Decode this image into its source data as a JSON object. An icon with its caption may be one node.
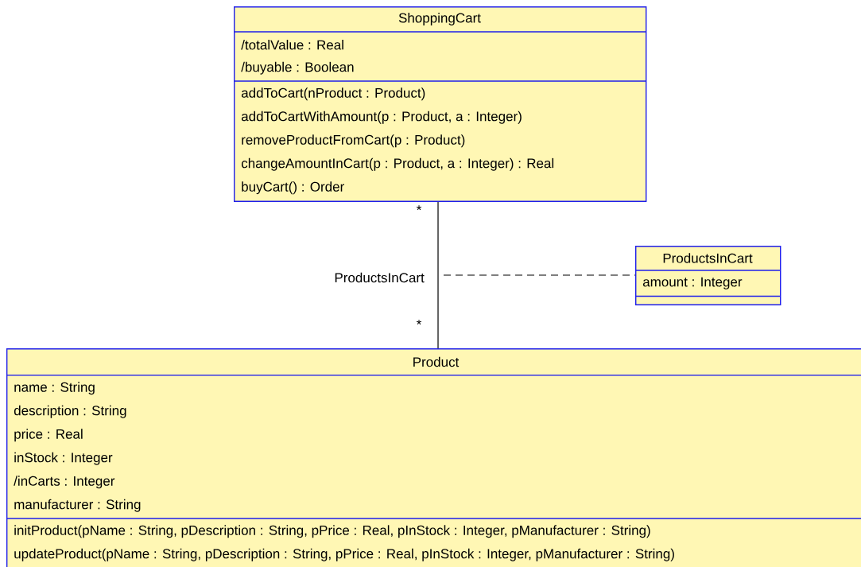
{
  "diagram": {
    "nodes": [
      {
        "text": [
          "ShoppingCart",
          "/totalValue : Real",
          "/buyable : Boolean",
          "addToCart(nProduct : Product)",
          "addToCartWithAmount(p : Product, a : Integer)",
          "removeProductFromCart(p : Product)",
          "changeAmountInCart(p : Product, a : Integer) : Real",
          "buyCart() : Order"
        ]
      },
      {
        "text": [
          "ProductsInCart",
          "amount : Integer"
        ]
      },
      {
        "text": [
          "Product",
          "name : String",
          "description : String",
          "price : Real",
          "inStock : Integer",
          "/inCarts : Integer",
          "manufacturer : String",
          "initProduct(pName : String, pDescription : String, pPrice : Real, pInStock : Integer, pManufacturer : String)",
          "updateProduct(pName : String, pDescription : String, pPrice : Real, pInStock : Integer, pManufacturer : String)"
        ]
      }
    ],
    "edges": [
      {
        "from": 0,
        "to": 2,
        "arrow": "none",
        "label": "ProductsInCart"
      },
      {
        "from": null,
        "to": 1,
        "arrow": "none",
        "style": "dashed"
      }
    ],
    "labels": [
      "*",
      "*"
    ]
  }
}
